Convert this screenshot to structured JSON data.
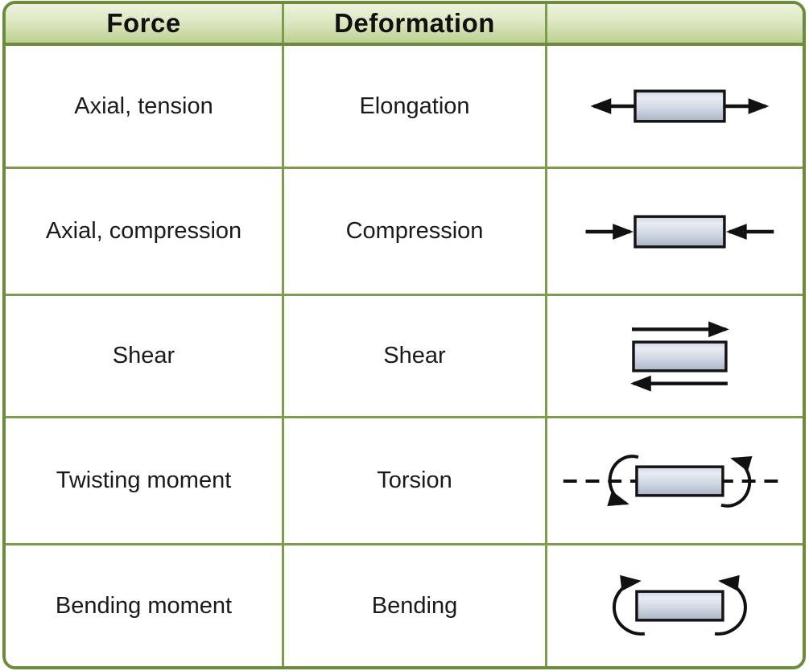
{
  "table": {
    "headers": {
      "force": "Force",
      "deformation": "Deformation",
      "diagram": ""
    },
    "rows": [
      {
        "force": "Axial, tension",
        "deformation": "Elongation",
        "diagram": "tension"
      },
      {
        "force": "Axial, compression",
        "deformation": "Compression",
        "diagram": "compression"
      },
      {
        "force": "Shear",
        "deformation": "Shear",
        "diagram": "shear"
      },
      {
        "force": "Twisting moment",
        "deformation": "Torsion",
        "diagram": "torsion"
      },
      {
        "force": "Bending moment",
        "deformation": "Bending",
        "diagram": "bending"
      }
    ]
  },
  "colors": {
    "outer_border": "#6d8c3b",
    "grid_line": "#7d9c4e",
    "header_gradient_top": "#eef3de",
    "header_gradient_bottom": "#bed092",
    "bar_fill_top": "#e9ecf3",
    "bar_fill_bottom": "#a9b5c7",
    "bar_border": "#141414",
    "arrow_color": "#111111",
    "text_color": "#1a1a1a"
  }
}
